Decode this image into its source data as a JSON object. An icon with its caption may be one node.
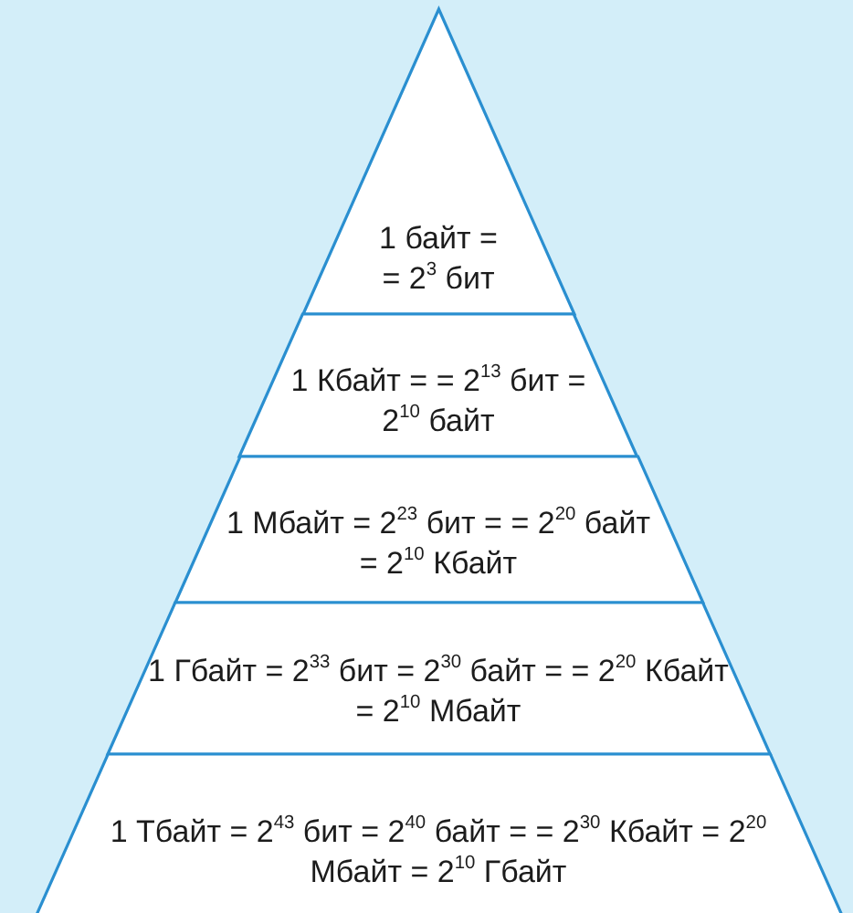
{
  "diagram": {
    "nodes": [
      {
        "text": [
          "1 байт = = 2$^{3}$ бит"
        ]
      },
      {
        "text": [
          "1 Кбайт = = 2$^{13}$ бит = 2$^{10}$ байт"
        ]
      },
      {
        "text": [
          "1 Мбайт = 2$^{23}$ бит = = 2$^{20}$ байт = 2$^{10}$ Кбайт"
        ]
      },
      {
        "text": [
          "1 Гбайт = 2$^{33}$ бит = 2$^{30}$ байт = = 2$^{20}$ Кбайт = 2$^{10}$ Мбайт"
        ]
      },
      {
        "text": [
          "1 Тбайт = 2$^{43}$ бит = 2$^{40}$ байт = = 2$^{30}$ Кбайт = 2$^{20}$ Мбайт = 2$^{10}$ Гбайт"
        ]
      }
    ]
  }
}
